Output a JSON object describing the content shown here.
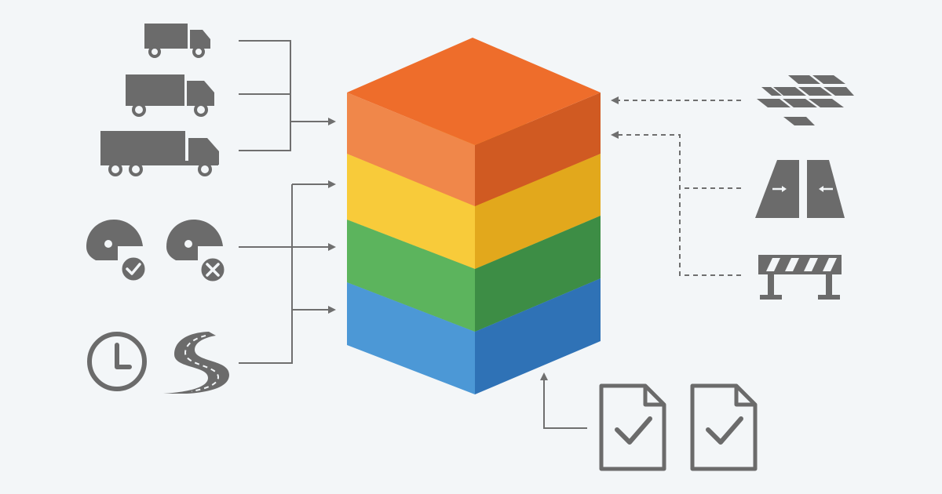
{
  "diagram": {
    "background": "#f3f6f8",
    "icon_color": "#6b6b6b",
    "connector_color": "#6f6f6f",
    "stack_layers": [
      {
        "name": "orange-layer",
        "top": "#ee6d2b",
        "left": "#f0874a",
        "right": "#d05a22"
      },
      {
        "name": "yellow-layer",
        "top": "#f7c62f",
        "left": "#f8cb3a",
        "right": "#e2a81c"
      },
      {
        "name": "green-layer",
        "top": "#4aaa52",
        "left": "#5cb45d",
        "right": "#3d8d45"
      },
      {
        "name": "blue-layer",
        "top": "#3c8fd6",
        "left": "#4c98d6",
        "right": "#2f72b6"
      }
    ],
    "left_inputs": {
      "vehicles": [
        "small-truck-icon",
        "medium-truck-icon",
        "large-truck-icon"
      ],
      "helmets": [
        "helmet-check-icon",
        "helmet-cross-icon"
      ],
      "time_route": [
        "clock-icon",
        "winding-road-icon"
      ]
    },
    "right_inputs": [
      "road-surface-grid-icon",
      "lane-narrowing-icon",
      "road-barrier-icon"
    ],
    "bottom_inputs": [
      "checked-document-icon",
      "checked-document-icon"
    ]
  }
}
